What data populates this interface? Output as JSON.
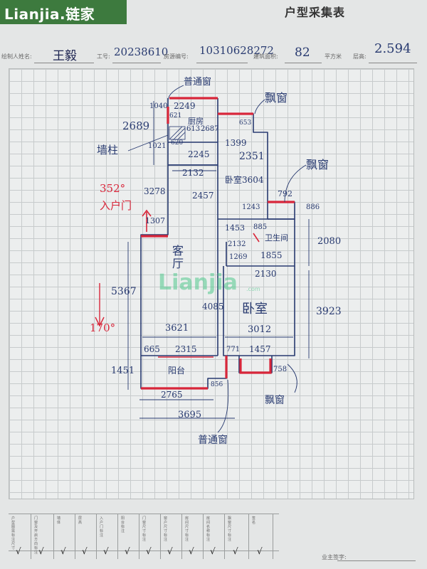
{
  "brand": {
    "logo_text": "Lianjia.链家",
    "form_title": "户型采集表"
  },
  "header": {
    "field_surveyor": "绘制人姓名:",
    "field_staff_id": "工号:",
    "field_house_id": "房源编号:",
    "field_area": "建筑面积:",
    "field_area_unit": "平方米",
    "field_floor_height": "层高:"
  },
  "handwritten_header": {
    "surveyor": "王毅",
    "staff_id": "20238610",
    "house_id": "10310628272",
    "area": "82",
    "floor_height": "2.594"
  },
  "annotations": {
    "window_top": "普通窗",
    "window_top_right": "飘窗",
    "window_right_mid": "飘窗",
    "window_bottom_right": "飘窗",
    "window_bottom": "普通窗",
    "wall_pillar": "墙柱",
    "kitchen": "厨房",
    "bedroom_main": "卧室3604",
    "living_room": "客厅",
    "bathroom": "卫生间",
    "bedroom_second": "卧室",
    "balcony": "阳台",
    "entrance_angle": "352°",
    "entrance_label": "入户门",
    "orientation": "170°"
  },
  "dimensions": {
    "d2249": "2249",
    "d1040": "1040",
    "d621": "621",
    "d613": "613",
    "d2687": "2687",
    "d2689": "2689",
    "d620": "620",
    "d1021": "1021",
    "d2245": "2245",
    "d653": "653",
    "d1399": "1399",
    "d2351": "2351",
    "d2132a": "2132",
    "d3278": "3278",
    "d2457": "2457",
    "d792": "792",
    "d1243": "1243",
    "d886": "886",
    "d1307": "1307",
    "d1453": "1453",
    "d885": "885",
    "d2080": "2080",
    "d2132b": "2132",
    "d1855": "1855",
    "d1269": "1269",
    "d5367": "5367",
    "d2130": "2130",
    "d4085": "4085",
    "d3923": "3923",
    "d3621": "3621",
    "d3012": "3012",
    "d665": "665",
    "d2315": "2315",
    "d771": "771",
    "d1457": "1457",
    "d1451": "1451",
    "d758": "758",
    "d2765": "2765",
    "d856": "856",
    "d3695": "3695"
  },
  "watermark": {
    "text": "Lianjia",
    "sub": ".com"
  },
  "table": {
    "columns": [
      "户型图需标注尺寸",
      "门窗及开启方向标注",
      "墙体",
      "层高",
      "入户门标注",
      "阳台标注",
      "门窗尺寸标注",
      "窗户尺寸标注",
      "房间尺寸标注",
      "房间名称标注",
      "飘窗尺寸标注",
      "签名"
    ],
    "checks": [
      "√",
      "√",
      "√",
      "√",
      "√",
      "√",
      "√",
      "√",
      "√",
      "√",
      "√",
      "√"
    ],
    "owner_label": "业主签字:"
  },
  "colors": {
    "brand_green": "#3d7a3e",
    "ink_blue": "#283a70",
    "red_marker": "#d8263a",
    "watermark": "#50c88c"
  }
}
